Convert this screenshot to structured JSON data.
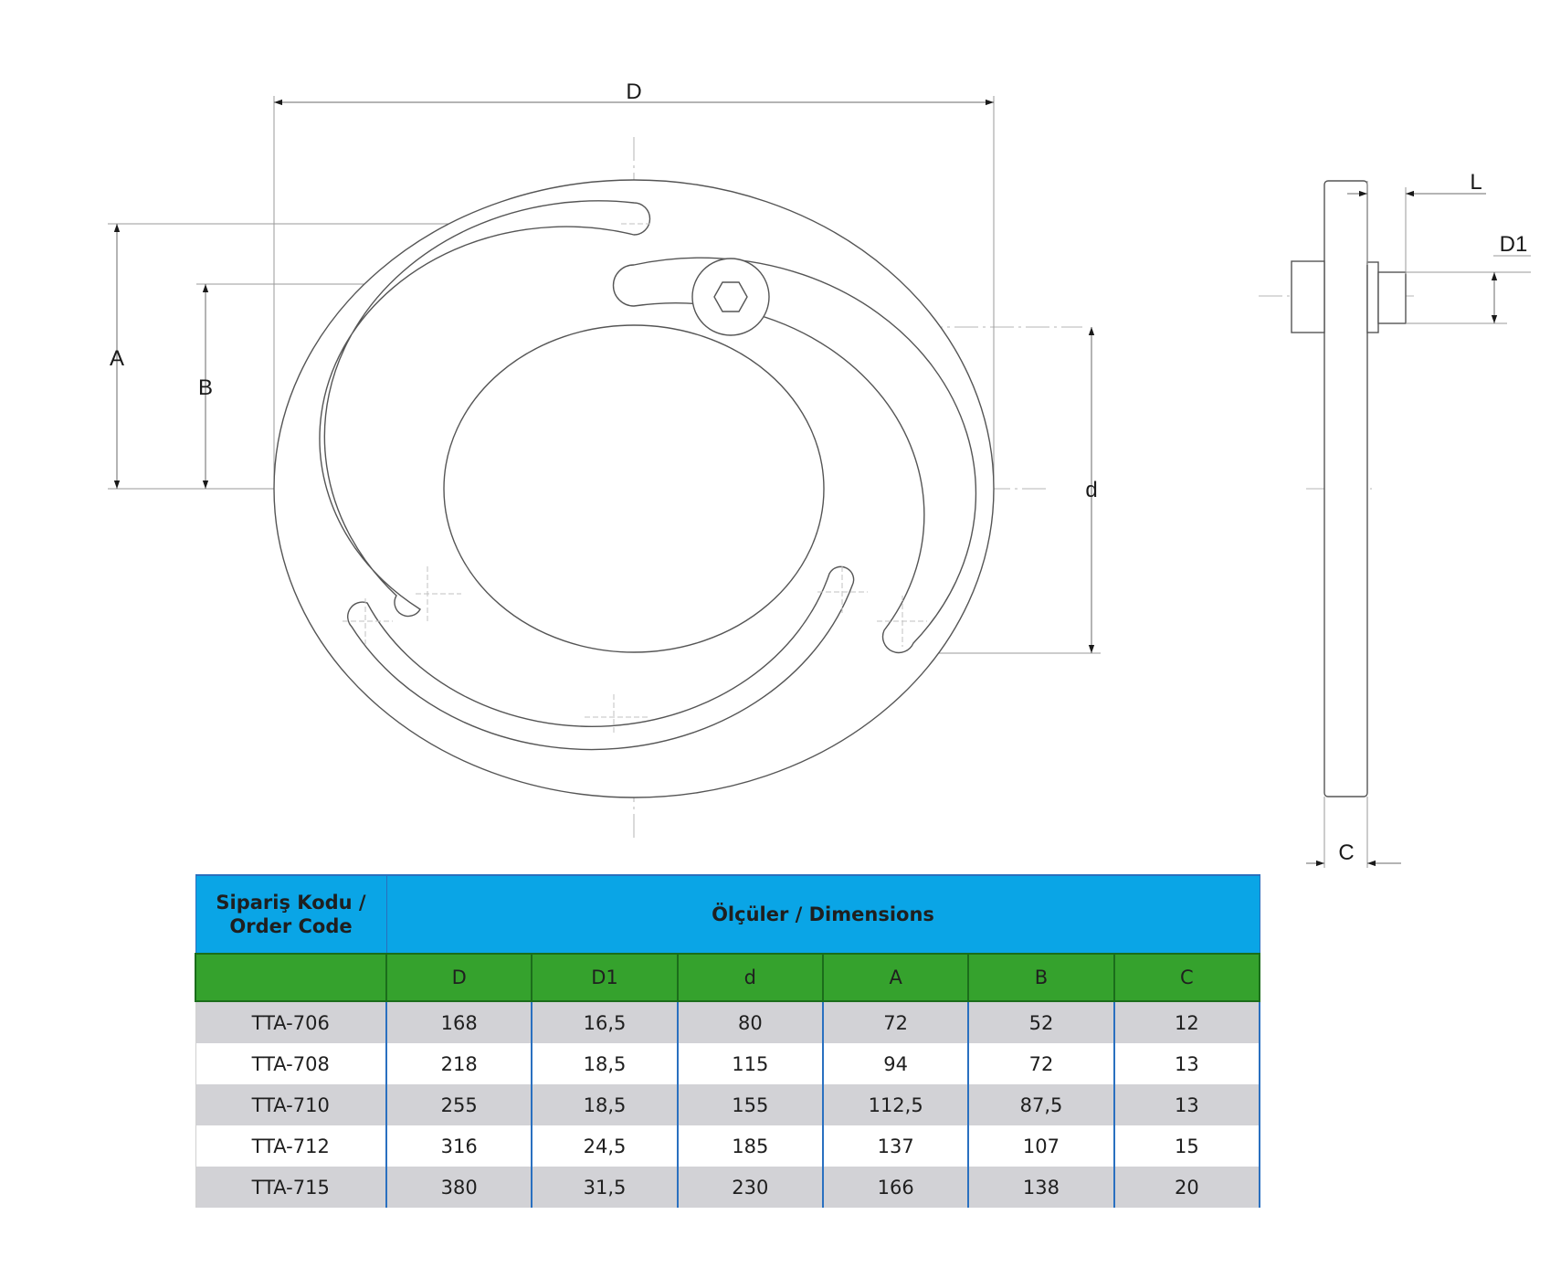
{
  "drawing": {
    "front_view_labels": {
      "outer_diameter": "D",
      "slot_height": "A",
      "slot_height_inner": "B",
      "inner_diameter": "d"
    },
    "side_view_labels": {
      "length": "L",
      "bolt_diameter": "D1",
      "thickness": "C"
    }
  },
  "table": {
    "header": {
      "order_code": "Sipariş Kodu /\nOrder Code",
      "dimensions": "Ölçüler / Dimensions"
    },
    "columns": [
      "D",
      "D1",
      "d",
      "A",
      "B",
      "C"
    ],
    "rows": [
      {
        "code": "TTA-706",
        "values": [
          "168",
          "16,5",
          "80",
          "72",
          "52",
          "12"
        ]
      },
      {
        "code": "TTA-708",
        "values": [
          "218",
          "18,5",
          "115",
          "94",
          "72",
          "13"
        ]
      },
      {
        "code": "TTA-710",
        "values": [
          "255",
          "18,5",
          "155",
          "112,5",
          "87,5",
          "13"
        ]
      },
      {
        "code": "TTA-712",
        "values": [
          "316",
          "24,5",
          "185",
          "137",
          "107",
          "15"
        ]
      },
      {
        "code": "TTA-715",
        "values": [
          "380",
          "31,5",
          "230",
          "166",
          "138",
          "20"
        ]
      }
    ]
  },
  "colors": {
    "header_blue": "#0aa5e6",
    "column_green": "#35a22d",
    "row_gray": "#d2d2d6",
    "border_blue": "#2a70c0"
  }
}
